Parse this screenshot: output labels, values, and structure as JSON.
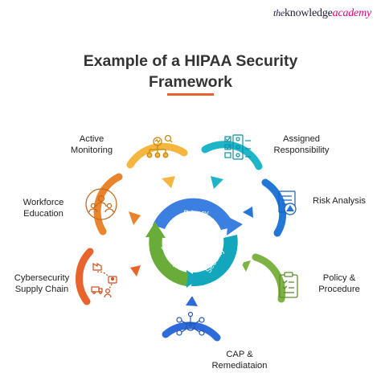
{
  "brand": {
    "prefix": "the",
    "word1": "knowledge",
    "word2": "academy"
  },
  "title": {
    "line1": "Example of a HIPAA Security",
    "line2": "Framework"
  },
  "colors": {
    "accent": "#e8642c",
    "active_monitoring": "#f4b63e",
    "assigned_responsibility": "#1fb5c9",
    "risk_analysis": "#2277d6",
    "policy_procedure": "#7cb342",
    "cap_remediation": "#2f6bd8",
    "cybersecurity": "#e8642c",
    "workforce": "#e8842c",
    "cycle_privacy": "#3b7fe0",
    "cycle_security": "#13a7be",
    "cycle_breach": "#6aac3a"
  },
  "cycle": {
    "privacy": "Privacy",
    "security": "Security",
    "breach": "Breach"
  },
  "items": {
    "active_monitoring": {
      "line1": "Active",
      "line2": "Monitoring",
      "icon": "org-chart-monitor-icon"
    },
    "assigned_responsibility": {
      "line1": "Assigned",
      "line2": "Responsibility",
      "icon": "checklist-people-icon"
    },
    "risk_analysis": {
      "line1": "Risk Analysis",
      "icon": "risk-document-icon"
    },
    "policy_procedure": {
      "line1": "Policy &",
      "line2": "Procedure",
      "icon": "clipboard-icon"
    },
    "cap_remediation": {
      "line1": "CAP &",
      "line2": "Remediataion",
      "icon": "network-people-icon"
    },
    "cybersecurity": {
      "line1": "Cybersecurity",
      "line2": "Supply Chain",
      "icon": "supply-chain-icon"
    },
    "workforce": {
      "line1": "Workforce",
      "line2": "Education",
      "icon": "team-icon"
    }
  }
}
